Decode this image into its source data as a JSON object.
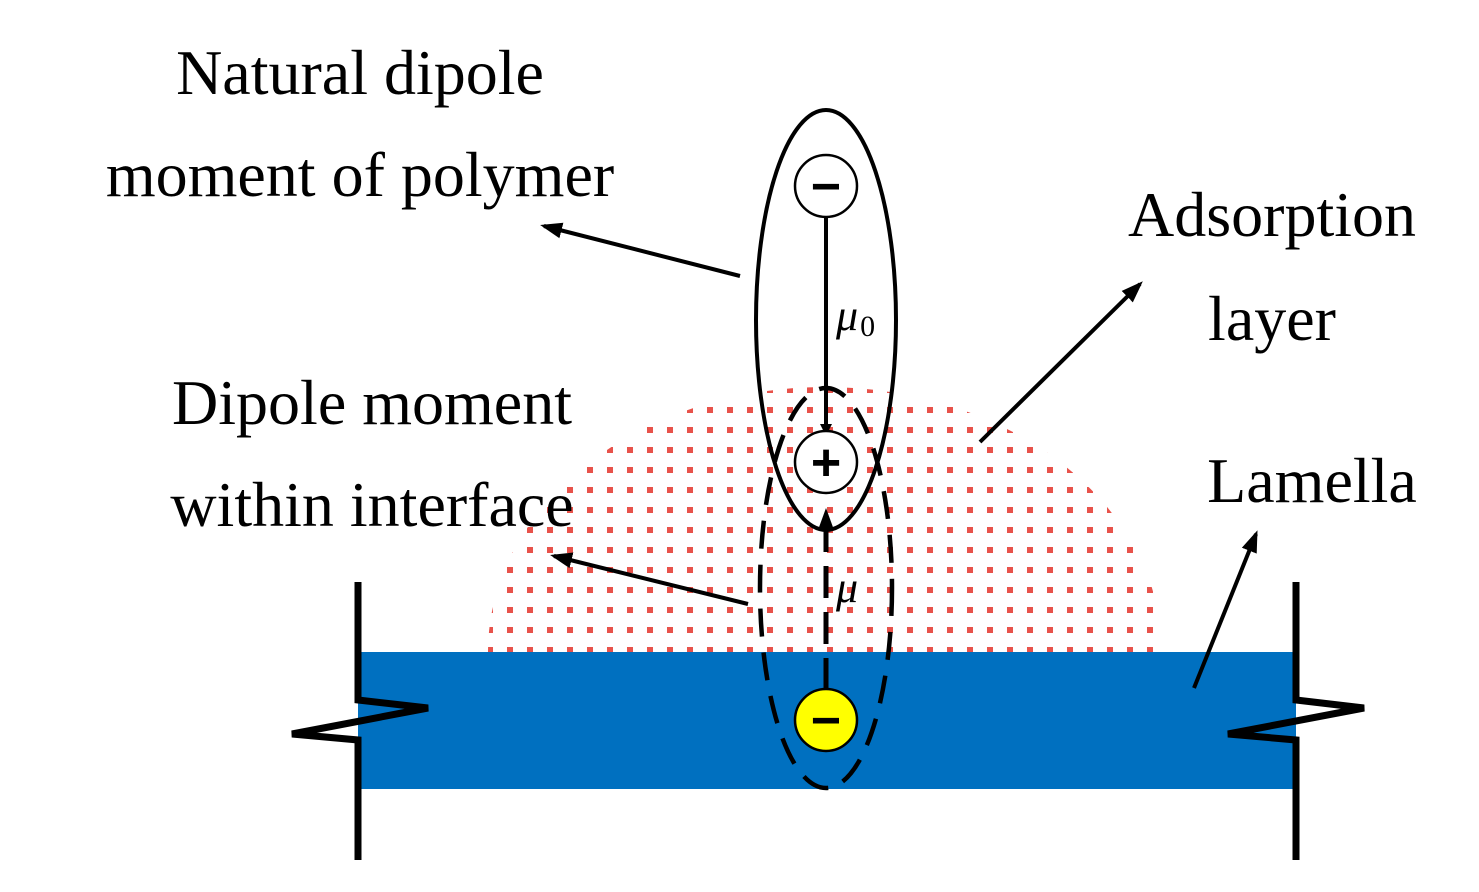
{
  "labels": {
    "natural_dipole_line1": "Natural dipole",
    "natural_dipole_line2": "moment of polymer",
    "adsorption_line1": "Adsorption",
    "adsorption_line2": "layer",
    "interface_dipole_line1": "Dipole moment",
    "interface_dipole_line2": "within interface",
    "lamella": "Lamella"
  },
  "symbols": {
    "mu0_main": "μ",
    "mu0_sub": "0",
    "mu": "μ",
    "negative_sign": "−",
    "positive_sign": "+"
  },
  "colors": {
    "lamella": "#0070c0",
    "adsorption_dots": "#e8524a",
    "anion_fill": "#ffff00",
    "line": "#000000"
  }
}
